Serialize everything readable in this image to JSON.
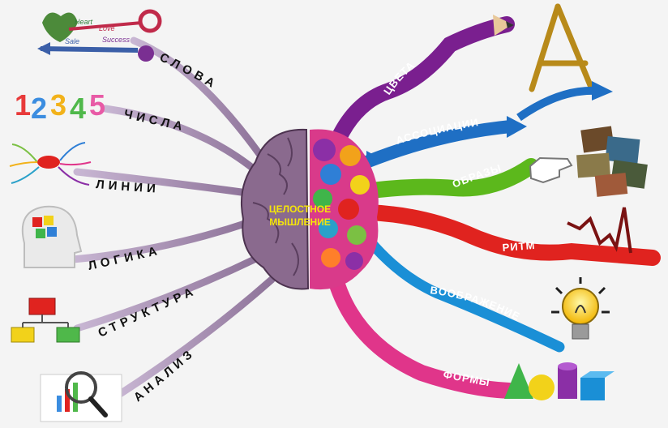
{
  "center": {
    "line1": "ЦЕЛОСТНОЕ",
    "line2": "МЫШЛЕНИЕ"
  },
  "left_branches": [
    {
      "label": "СЛОВА"
    },
    {
      "label": "ЧИСЛА"
    },
    {
      "label": "ЛИНИИ"
    },
    {
      "label": "ЛОГИКА"
    },
    {
      "label": "СТРУКТУРА"
    },
    {
      "label": "АНАЛИЗ"
    }
  ],
  "right_branches": [
    {
      "label": "ЦВЕТА",
      "color": "#7a1f8f"
    },
    {
      "label": "АССОЦИАЦИИ",
      "color": "#1f6fc4"
    },
    {
      "label": "ОБРАЗЫ",
      "color": "#5cb81c"
    },
    {
      "label": "РИТМ",
      "color": "#e0231f"
    },
    {
      "label": "ВООБРАЖЕНИЕ",
      "color": "#1a8fd6"
    },
    {
      "label": "ФОРМЫ",
      "color": "#e0358a"
    }
  ],
  "key_words": [
    "Heart",
    "Love",
    "Sale",
    "Success"
  ],
  "numbers": [
    "1",
    "2",
    "3",
    "4",
    "5"
  ],
  "branch_color_left": "#a48cb4",
  "icons": [
    "keys-icon",
    "numbers-icon",
    "mini-map-icon",
    "head-puzzle-icon",
    "flowchart-icon",
    "magnifier-chart-icon",
    "pencil-icon",
    "chain-letter-a-icon",
    "blue-arrow-icon",
    "photos-icon",
    "hand-pointer-icon",
    "heartbeat-icon",
    "light-bulb-icon",
    "shapes-icon"
  ]
}
